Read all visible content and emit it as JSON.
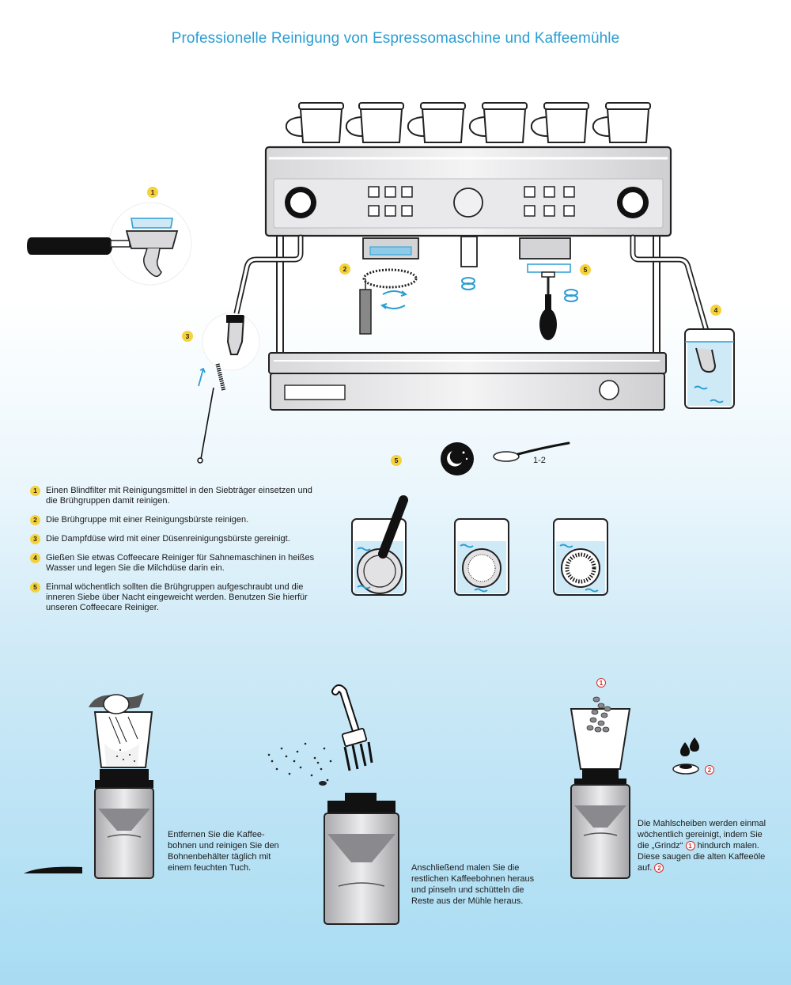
{
  "title": "Professionelle Reinigung von Espressomaschine und Kaffeemühle",
  "colors": {
    "accent": "#2b9ed4",
    "badge": "#f6d23a",
    "badge_red": "#d42b2b",
    "machine": "#e4e4e6",
    "outline": "#222222"
  },
  "machine_badges": [
    "1",
    "2",
    "3",
    "4",
    "5"
  ],
  "soak_section": {
    "badge": "5",
    "night_icon": "moon-and-stars-icon",
    "spoon_icon": "spoon-icon",
    "dose_label": "1-2"
  },
  "steps": [
    {
      "badge": "1",
      "text": "Einen Blindfilter mit Reinigungsmittel in den Siebträger einsetzen und die Brühgruppen damit reinigen."
    },
    {
      "badge": "2",
      "text": "Die Brühgruppe mit einer Reinigungsbürste reinigen."
    },
    {
      "badge": "3",
      "text": "Die Dampfdüse wird mit einer Düsenreinigungsbürste gereinigt."
    },
    {
      "badge": "4",
      "text": "Gießen Sie etwas Coffeecare Reiniger für Sahnemaschinen in heißes Wasser und legen Sie die Milchdüse darin ein."
    },
    {
      "badge": "5",
      "text": "Einmal wöchentlich sollten die Brühgruppen aufgeschraubt und die inneren Siebe über Nacht eingeweicht werden. Benutzen Sie hierfür unseren Coffeecare Reiniger."
    }
  ],
  "grinder": {
    "caption1": "Entfernen Sie die Kaffee- bohnen und reinigen Sie den Bohnenbehälter täglich mit einem feuchten Tuch.",
    "caption2": "Anschließend malen Sie die restlichen Kaffeebohnen heraus und pinseln und schütteln die Reste aus der Mühle heraus.",
    "caption3_part1": "Die Mahlscheiben werden einmal wöchentlich gereinigt, indem Sie die „Grindz“",
    "caption3_badge1": "1",
    "caption3_part2": "hindurch malen. Diese saugen die alten Kaffeeöle auf.",
    "caption3_badge2": "2",
    "hopper_badge": "1",
    "tablet_badge": "2"
  }
}
